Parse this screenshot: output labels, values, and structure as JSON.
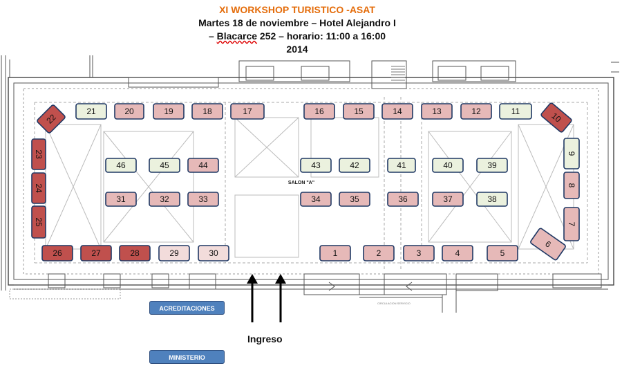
{
  "header": {
    "title": "XI WORKSHOP  TURISTICO -ASAT",
    "line2": "Martes 18 de noviembre – Hotel Alejandro I",
    "line3_pre": "– ",
    "line3_under": "Blacarce",
    "line3_post": " 252 – horario: 11:00 a 16:00",
    "line4": "2014"
  },
  "plan": {
    "salon_label": "SALON \"A\"",
    "entrance_label": "Ingreso",
    "circulation_label": "CIRCULACION SERVICIO"
  },
  "buttons": {
    "acreditaciones": "ACREDITACIONES",
    "ministerio": "MINISTERIO"
  },
  "colors": {
    "light_green": "#ebf1de",
    "light_pink": "#f2dcdb",
    "pink": "#e6b9b8",
    "red": "#c0504d",
    "booth_border": "#1f3864",
    "badge_blue": "#4f81bd"
  },
  "booths": [
    {
      "n": "21",
      "color": "light_green"
    },
    {
      "n": "20",
      "color": "pink"
    },
    {
      "n": "19",
      "color": "pink"
    },
    {
      "n": "18",
      "color": "pink"
    },
    {
      "n": "17",
      "color": "pink"
    },
    {
      "n": "16",
      "color": "pink"
    },
    {
      "n": "15",
      "color": "pink"
    },
    {
      "n": "14",
      "color": "pink"
    },
    {
      "n": "13",
      "color": "pink"
    },
    {
      "n": "12",
      "color": "pink"
    },
    {
      "n": "11",
      "color": "light_green"
    },
    {
      "n": "22",
      "color": "red"
    },
    {
      "n": "10",
      "color": "red"
    },
    {
      "n": "23",
      "color": "red"
    },
    {
      "n": "24",
      "color": "red"
    },
    {
      "n": "25",
      "color": "red"
    },
    {
      "n": "9",
      "color": "light_green"
    },
    {
      "n": "8",
      "color": "pink"
    },
    {
      "n": "7",
      "color": "pink"
    },
    {
      "n": "6",
      "color": "pink"
    },
    {
      "n": "46",
      "color": "light_green"
    },
    {
      "n": "45",
      "color": "light_green"
    },
    {
      "n": "44",
      "color": "pink"
    },
    {
      "n": "43",
      "color": "light_green"
    },
    {
      "n": "42",
      "color": "light_green"
    },
    {
      "n": "41",
      "color": "light_green"
    },
    {
      "n": "40",
      "color": "light_green"
    },
    {
      "n": "39",
      "color": "light_green"
    },
    {
      "n": "31",
      "color": "pink"
    },
    {
      "n": "32",
      "color": "pink"
    },
    {
      "n": "33",
      "color": "pink"
    },
    {
      "n": "34",
      "color": "pink"
    },
    {
      "n": "35",
      "color": "pink"
    },
    {
      "n": "36",
      "color": "pink"
    },
    {
      "n": "37",
      "color": "pink"
    },
    {
      "n": "38",
      "color": "light_green"
    },
    {
      "n": "26",
      "color": "red"
    },
    {
      "n": "27",
      "color": "red"
    },
    {
      "n": "28",
      "color": "red"
    },
    {
      "n": "29",
      "color": "light_pink"
    },
    {
      "n": "30",
      "color": "light_pink"
    },
    {
      "n": "1",
      "color": "pink"
    },
    {
      "n": "2",
      "color": "pink"
    },
    {
      "n": "3",
      "color": "pink"
    },
    {
      "n": "4",
      "color": "pink"
    },
    {
      "n": "5",
      "color": "pink"
    }
  ]
}
